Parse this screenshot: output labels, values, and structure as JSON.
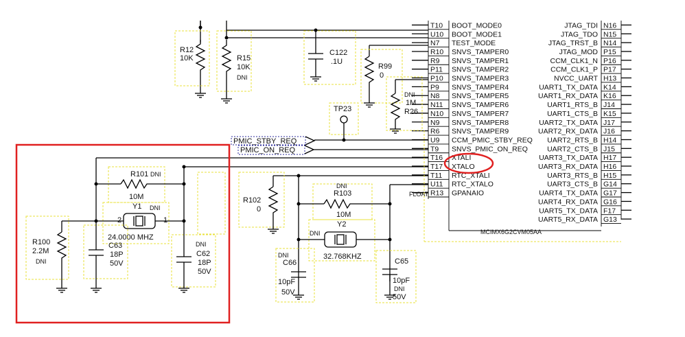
{
  "components": {
    "r12": {
      "ref": "R12",
      "value": "10K"
    },
    "r15": {
      "ref": "R15",
      "value": "10K",
      "note": "DNI"
    },
    "c122": {
      "ref": "C122",
      "value": ".1U"
    },
    "r99": {
      "ref": "R99",
      "value": "0"
    },
    "r26": {
      "ref": "R26",
      "note": "DNI",
      "value": "1M"
    },
    "tp23": {
      "ref": "TP23"
    },
    "r101": {
      "ref": "R101",
      "note": "DNI",
      "value": "10M"
    },
    "y1": {
      "ref": "Y1",
      "note": "DNI",
      "pin1": "1",
      "pin2": "2",
      "freq": "24.0000 MHZ"
    },
    "r100": {
      "ref": "R100",
      "value": "2.2M",
      "note": "DNI"
    },
    "c63": {
      "ref": "C63",
      "value": "18P",
      "voltage": "50V"
    },
    "c62": {
      "ref": "C62",
      "note": "DNI",
      "value": "18P",
      "voltage": "50V"
    },
    "r102": {
      "ref": "R102",
      "value": "0"
    },
    "r103": {
      "ref": "R103",
      "note": "DNI",
      "value": "10M"
    },
    "y2": {
      "ref": "Y2",
      "note": "DNI",
      "freq": "32.768KHZ"
    },
    "c66": {
      "ref": "C66",
      "note": "DNI",
      "value": "10pF",
      "voltage": "50V"
    },
    "c65": {
      "ref": "C65",
      "value": "10pF",
      "note": "DNI",
      "voltage": "50V"
    }
  },
  "net_labels": {
    "pmic_stby": "PMIC_STBY_REQ",
    "pmic_on": "PMIC_ON_REQ",
    "float": "FLOAT"
  },
  "chip": {
    "part": "MCIMX6G2CVM05AA",
    "left_pins": [
      {
        "num": "T10",
        "name": "BOOT_MODE0"
      },
      {
        "num": "U10",
        "name": "BOOT_MODE1"
      },
      {
        "num": "N7",
        "name": "TEST_MODE"
      },
      {
        "num": "R10",
        "name": "SNVS_TAMPER0"
      },
      {
        "num": "R9",
        "name": "SNVS_TAMPER1"
      },
      {
        "num": "P11",
        "name": "SNVS_TAMPER2"
      },
      {
        "num": "P10",
        "name": "SNVS_TAMPER3"
      },
      {
        "num": "P9",
        "name": "SNVS_TAMPER4"
      },
      {
        "num": "N8",
        "name": "SNVS_TAMPER5"
      },
      {
        "num": "N11",
        "name": "SNVS_TAMPER6"
      },
      {
        "num": "N10",
        "name": "SNVS_TAMPER7"
      },
      {
        "num": "N9",
        "name": "SNVS_TAMPER8"
      },
      {
        "num": "R6",
        "name": "SNVS_TAMPER9"
      },
      {
        "num": "U9",
        "name": "CCM_PMIC_STBY_REQ"
      },
      {
        "num": "T9",
        "name": "SNVS_PMIC_ON_REQ"
      },
      {
        "num": "T16",
        "name": "XTALI"
      },
      {
        "num": "T17",
        "name": "XTALO"
      },
      {
        "num": "T11",
        "name": "RTC_XTALI"
      },
      {
        "num": "U11",
        "name": "RTC_XTALO"
      },
      {
        "num": "R13",
        "name": "GPANAIO"
      }
    ],
    "right_pins": [
      {
        "name": "JTAG_TDI",
        "num": "N16"
      },
      {
        "name": "JTAG_TDO",
        "num": "N15"
      },
      {
        "name": "JTAG_TRST_B",
        "num": "N14"
      },
      {
        "name": "JTAG_MOD",
        "num": "P15"
      },
      {
        "name": "CCM_CLK1_N",
        "num": "P16"
      },
      {
        "name": "CCM_CLK1_P",
        "num": "P17"
      },
      {
        "name": "NVCC_UART",
        "num": "H13"
      },
      {
        "name": "UART1_TX_DATA",
        "num": "K14"
      },
      {
        "name": "UART1_RX_DATA",
        "num": "K16"
      },
      {
        "name": "UART1_RTS_B",
        "num": "J14"
      },
      {
        "name": "UART1_CTS_B",
        "num": "K15"
      },
      {
        "name": "UART2_TX_DATA",
        "num": "J17"
      },
      {
        "name": "UART2_RX_DATA",
        "num": "J16"
      },
      {
        "name": "UART2_RTS_B",
        "num": "H14"
      },
      {
        "name": "UART2_CTS_B",
        "num": "J15"
      },
      {
        "name": "UART3_TX_DATA",
        "num": "H17"
      },
      {
        "name": "UART3_RX_DATA",
        "num": "H16"
      },
      {
        "name": "UART3_RTS_B",
        "num": "H15"
      },
      {
        "name": "UART3_CTS_B",
        "num": "G14"
      },
      {
        "name": "UART4_TX_DATA",
        "num": "G17"
      },
      {
        "name": "UART4_RX_DATA",
        "num": "G16"
      },
      {
        "name": "UART5_TX_DATA",
        "num": "F17"
      },
      {
        "name": "UART5_RX_DATA",
        "num": "G13"
      }
    ]
  },
  "highlight": {
    "color": "#e02020"
  }
}
